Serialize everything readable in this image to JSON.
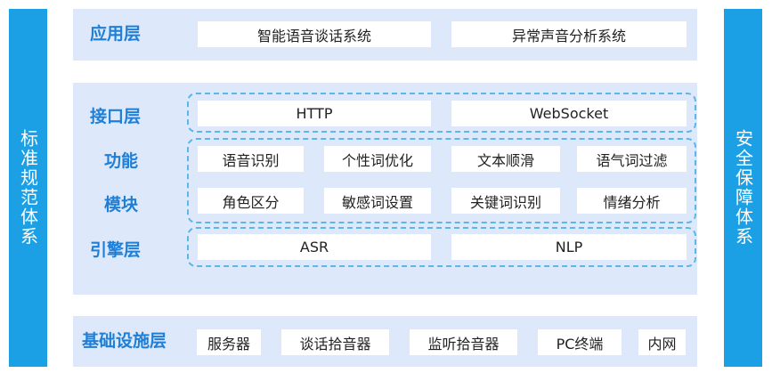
{
  "sidebars": {
    "left": "标准规范体系",
    "right": "安全保障体系"
  },
  "app_layer": {
    "label": "应用层",
    "items": [
      "智能语音谈话系统",
      "异常声音分析系统"
    ]
  },
  "interface_layer": {
    "label": "接口层",
    "items": [
      "HTTP",
      "WebSocket"
    ]
  },
  "function_module": {
    "label_top": "功能",
    "label_bottom": "模块",
    "row1": [
      "语音识别",
      "个性词优化",
      "文本顺滑",
      "语气词过滤"
    ],
    "row2": [
      "角色区分",
      "敏感词设置",
      "关键词识别",
      "情绪分析"
    ]
  },
  "engine_layer": {
    "label": "引擎层",
    "items": [
      "ASR",
      "NLP"
    ]
  },
  "base_layer": {
    "label": "基础设施层",
    "items": [
      "服务器",
      "谈话拾音器",
      "监听拾音器",
      "PC终端",
      "内网"
    ]
  },
  "colors": {
    "accent": "#1ba0e6",
    "panel": "#dde9fb",
    "label": "#1f7fd6",
    "dashed": "#5cb6e8"
  }
}
